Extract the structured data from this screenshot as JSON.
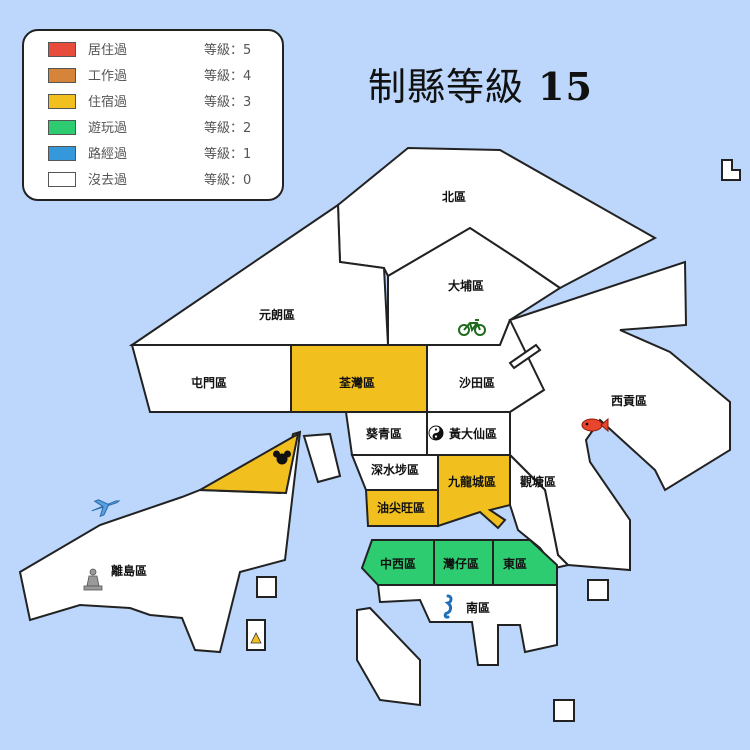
{
  "title": {
    "text": "制縣等級",
    "score": "15"
  },
  "legend": [
    {
      "label": "居住過",
      "level": "等級：5",
      "color": "#e84c3d"
    },
    {
      "label": "工作過",
      "level": "等級：4",
      "color": "#d6843a"
    },
    {
      "label": "住宿過",
      "level": "等級：3",
      "color": "#f2c01e"
    },
    {
      "label": "遊玩過",
      "level": "等級：2",
      "color": "#2ecc71"
    },
    {
      "label": "路經過",
      "level": "等級：1",
      "color": "#3498db"
    },
    {
      "label": "沒去過",
      "level": "等級：0",
      "color": "#ffffff"
    }
  ],
  "districts": {
    "north": {
      "name": "北區",
      "level": 0
    },
    "tai_po": {
      "name": "大埔區",
      "level": 0
    },
    "yuen_long": {
      "name": "元朗區",
      "level": 0
    },
    "tuen_mun": {
      "name": "屯門區",
      "level": 0
    },
    "tsuen_wan": {
      "name": "荃灣區",
      "level": 3
    },
    "sha_tin": {
      "name": "沙田區",
      "level": 0
    },
    "sai_kung": {
      "name": "西貢區",
      "level": 0
    },
    "kwai_tsing": {
      "name": "葵青區",
      "level": 0
    },
    "wong_tai_sin": {
      "name": "黃大仙區",
      "level": 0
    },
    "sham_shui_po": {
      "name": "深水埗區",
      "level": 0
    },
    "kowloon_city": {
      "name": "九龍城區",
      "level": 3
    },
    "kwun_tong": {
      "name": "觀塘區",
      "level": 0
    },
    "yau_tsim_mong": {
      "name": "油尖旺區",
      "level": 3
    },
    "islands": {
      "name": "離島區",
      "level": 0
    },
    "central_western": {
      "name": "中西區",
      "level": 2
    },
    "wan_chai": {
      "name": "灣仔區",
      "level": 2
    },
    "eastern": {
      "name": "東區",
      "level": 2
    },
    "southern": {
      "name": "南區",
      "level": 0
    }
  },
  "icons": [
    "bicycle-icon",
    "fish-icon",
    "yin-yang-icon",
    "mickey-icon",
    "airplane-icon",
    "buddha-icon",
    "seahorse-icon",
    "shell-icon"
  ]
}
